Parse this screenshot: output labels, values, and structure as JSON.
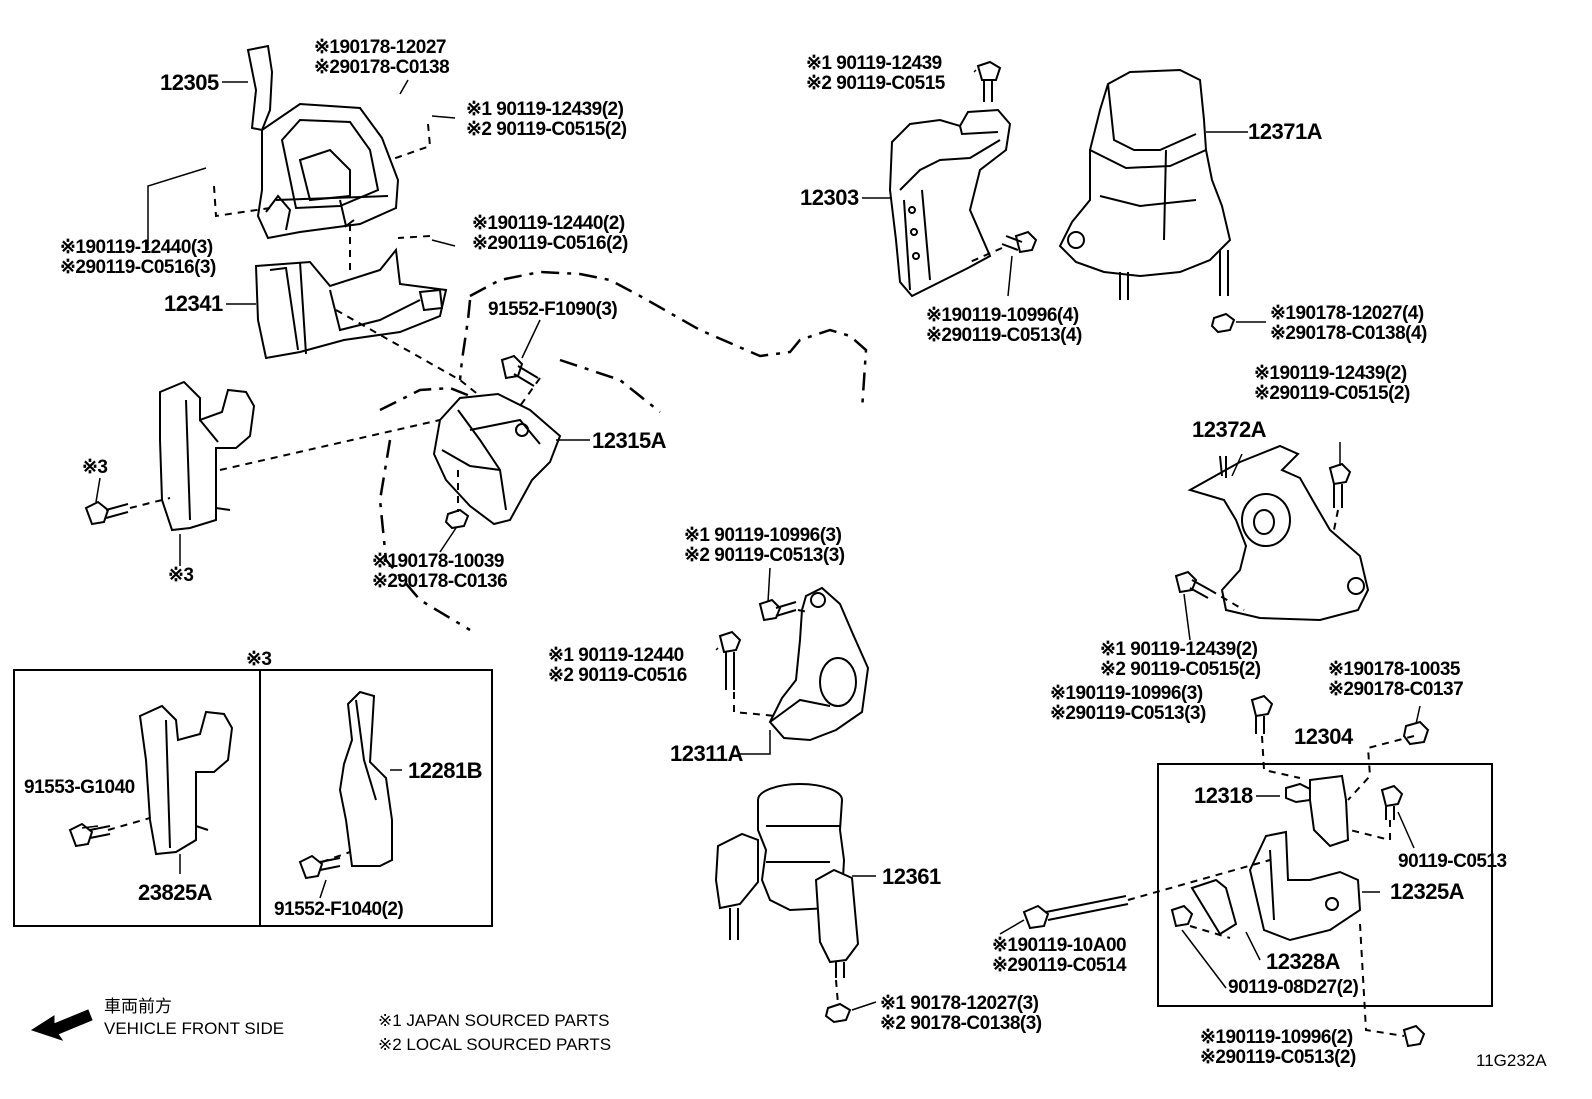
{
  "diagram_code": "11G232A",
  "legend": {
    "japanese_direction": "車両前方",
    "direction": "VEHICLE FRONT SIDE",
    "note1": "※1 JAPAN SOURCED PARTS",
    "note2": "※2 LOCAL SOURCED PARTS"
  },
  "main_parts": {
    "p12305": "12305",
    "p12341": "12341",
    "p12315A": "12315A",
    "p12303": "12303",
    "p12371A": "12371A",
    "p12372A": "12372A",
    "p12311A": "12311A",
    "p12361": "12361",
    "p12304": "12304",
    "p12318": "12318",
    "p12325A": "12325A",
    "p12328A": "12328A",
    "p12281B": "12281B",
    "p23825A": "23825A"
  },
  "fasteners": {
    "f1a": "※190178-12027",
    "f1b": "※290178-C0138",
    "f2a": "※1 90119-12439(2)",
    "f2b": "※2 90119-C0515(2)",
    "f3a": "※190119-12440(3)",
    "f3b": "※290119-C0516(3)",
    "f4a": "※190119-12440(2)",
    "f4b": "※290119-C0516(2)",
    "f5": "91552-F1090(3)",
    "f6a": "※190178-10039",
    "f6b": "※290178-C0136",
    "f7a": "※1 90119-12439",
    "f7b": "※2 90119-C0515",
    "f8a": "※190119-10996(4)",
    "f8b": "※290119-C0513(4)",
    "f9a": "※190178-12027(4)",
    "f9b": "※290178-C0138(4)",
    "f10a": "※190119-12439(2)",
    "f10b": "※290119-C0515(2)",
    "f11a": "※1 90119-12439(2)",
    "f11b": "※2 90119-C0515(2)",
    "f12a": "※1 90119-10996(3)",
    "f12b": "※2 90119-C0513(3)",
    "f13a": "※1 90119-12440",
    "f13b": "※2 90119-C0516",
    "f14a": "※190119-10996(3)",
    "f14b": "※290119-C0513(3)",
    "f15a": "※190178-10035",
    "f15b": "※290178-C0137",
    "f16": "90119-C0513",
    "f17a": "※190119-10A00",
    "f17b": "※290119-C0514",
    "f18": "90119-08D27(2)",
    "f19a": "※1 90178-12027(3)",
    "f19b": "※2 90178-C0138(3)",
    "f20a": "※190119-10996(2)",
    "f20b": "※290119-C0513(2)",
    "f21": "91553-G1040",
    "f22": "91552-F1040(2)"
  },
  "marks": {
    "m3a": "※3",
    "m3b": "※3",
    "m3box": "※3"
  }
}
